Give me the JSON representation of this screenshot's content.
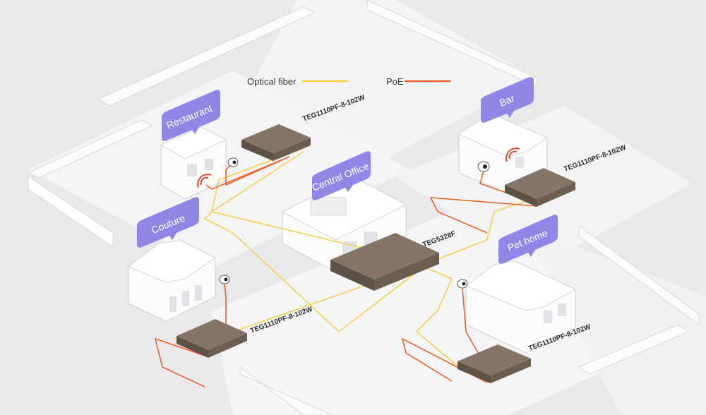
{
  "legend": {
    "fiber": {
      "label": "Optical fiber",
      "color": "#f2d14b"
    },
    "poe": {
      "label": "PoE",
      "color": "#f0602a"
    }
  },
  "central": {
    "tag": "Central Office",
    "model": "TEG5328F"
  },
  "sites": [
    {
      "tag": "Restaurant",
      "model": "TEG1110PF-8-102W"
    },
    {
      "tag": "Bar",
      "model": "TEG1110PF-8-102W"
    },
    {
      "tag": "Couture",
      "model": "TEG1110PF-8-102W"
    },
    {
      "tag": "Pet home",
      "model": "TEG1110PF-8-102W"
    }
  ],
  "colors": {
    "tag_fill": "#8f86e6",
    "switch_body": "#6b5d4f",
    "background": "#e9e9ec"
  }
}
